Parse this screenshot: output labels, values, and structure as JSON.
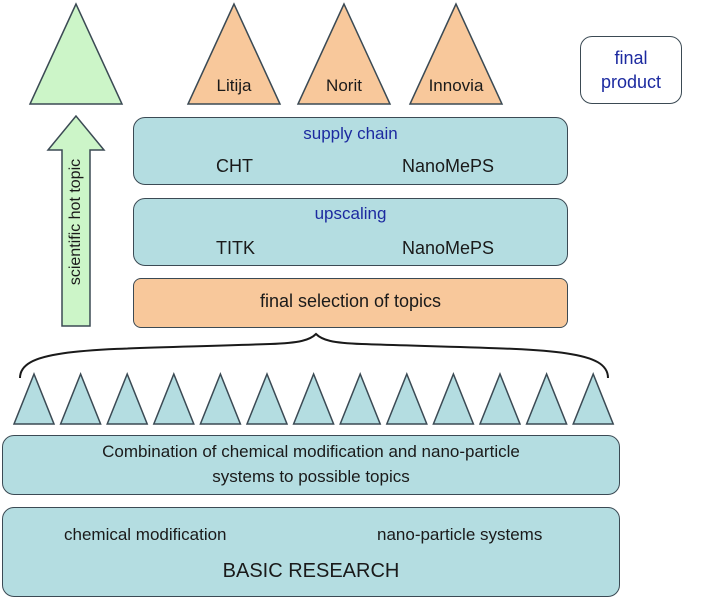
{
  "top": {
    "products": [
      "Litija",
      "Norit",
      "Innovia"
    ],
    "final_product": "final\nproduct",
    "arrow_label": "scientific hot topic"
  },
  "supply_chain": {
    "title": "supply chain",
    "left": "CHT",
    "right": "NanoMePS"
  },
  "upscaling": {
    "title": "upscaling",
    "left": "TITK",
    "right": "NanoMePS"
  },
  "final_selection": "final selection of topics",
  "combination": {
    "line1": "Combination of chemical modification and nano-particle",
    "line2": "systems to possible topics"
  },
  "basic": {
    "left": "chemical modification",
    "right": "nano-particle systems",
    "title": "BASIC RESEARCH"
  },
  "colors": {
    "teal": "#b4dde1",
    "orange": "#f8c89b",
    "green": "#ccf5c8",
    "blue_text": "#1c2aa0"
  }
}
